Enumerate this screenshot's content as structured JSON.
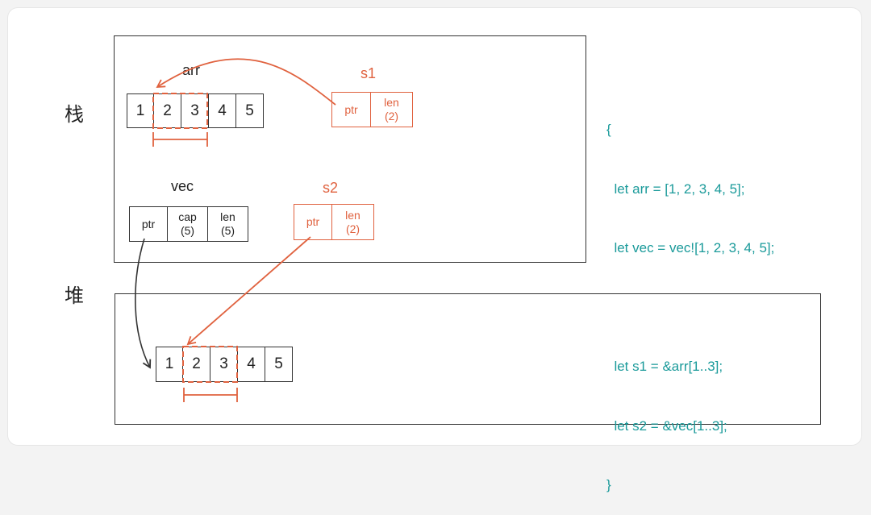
{
  "labels": {
    "stack": "栈",
    "heap": "堆"
  },
  "arr": {
    "name": "arr",
    "values": [
      "1",
      "2",
      "3",
      "4",
      "5"
    ]
  },
  "s1": {
    "name": "s1",
    "ptr": "ptr",
    "len_label": "len",
    "len_value": "(2)"
  },
  "vec": {
    "name": "vec",
    "ptr": "ptr",
    "cap_label": "cap",
    "cap_value": "(5)",
    "len_label": "len",
    "len_value": "(5)"
  },
  "s2": {
    "name": "s2",
    "ptr": "ptr",
    "len_label": "len",
    "len_value": "(2)"
  },
  "heap_values": [
    "1",
    "2",
    "3",
    "4",
    "5"
  ],
  "code": {
    "lines": [
      "{",
      "  let arr = [1, 2, 3, 4, 5];",
      "  let vec = vec![1, 2, 3, 4, 5];",
      "",
      "  let s1 = &arr[1..3];",
      "  let s2 = &vec[1..3];",
      "}"
    ]
  },
  "colors": {
    "slice": "#e0623f",
    "code": "#1a9a9a",
    "box": "#333333"
  }
}
